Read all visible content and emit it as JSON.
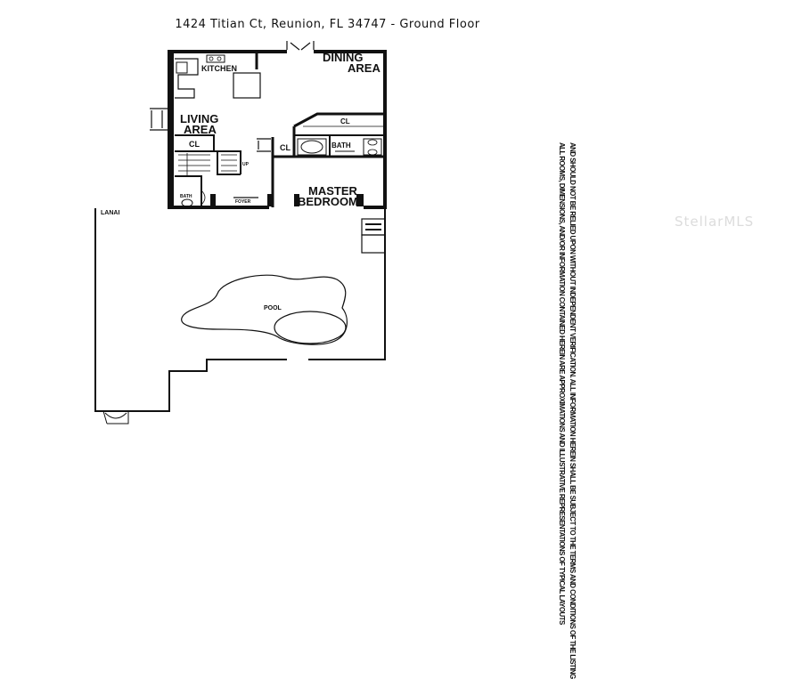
{
  "title": "1424 Titian Ct, Reunion, FL 34747 - Ground Floor",
  "rooms": {
    "kitchen": "KITCHEN",
    "dining_line1": "DINING",
    "dining_line2": "AREA",
    "living_line1": "LIVING",
    "living_line2": "AREA",
    "closet": "CL",
    "bath": "BATH",
    "master_line1": "MASTER",
    "master_line2": "BEDROOM",
    "up": "UP",
    "foyer": "FOYER",
    "lanai": "LANAI",
    "pool": "POOL"
  },
  "disclaimer": {
    "line1": "ALL ROOMS, DIMENSIONS, AND/OR INFORMATION CONTAINED HEREIN ARE APPROXIMATIONS AND ILLUSTRATIVE REPRESENTATIONS OF TYPICAL LAYOUTS",
    "line2": "AND SHOULD NOT BE RELIED UPON WITHOUT INDEPENDENT VERIFICATION. ALL INFORMATION HEREIN SHALL BE SUBJECT TO THE TERMS AND CONDITIONS OF THE LISTING"
  },
  "watermark": "StellarMLS"
}
